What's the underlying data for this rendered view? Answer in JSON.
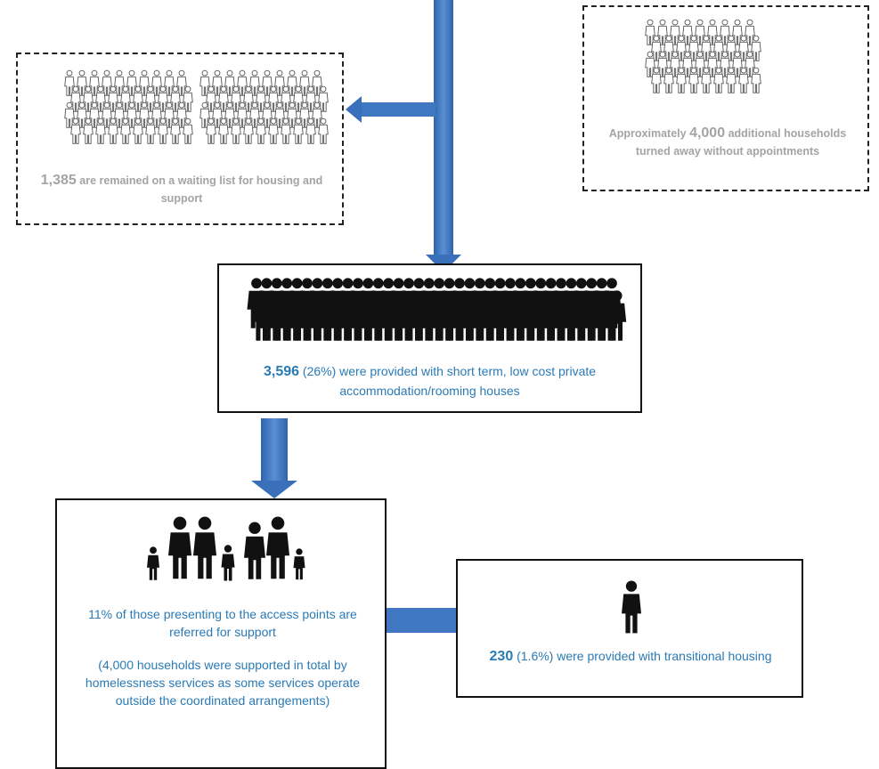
{
  "waiting": {
    "number": "1,385",
    "text": " are remained on a waiting list for housing and support"
  },
  "turned_away": {
    "prefix": "Approximately ",
    "number": "4,000",
    "text": " additional households turned away without appointments"
  },
  "accommodation": {
    "number": "3,596",
    "text": " (26%) were provided with short term, low cost private accommodation/rooming houses"
  },
  "referred": {
    "line1": "11% of those presenting to the access points are referred for support",
    "line2": "(4,000 households were supported in total by homelessness services as some services operate outside the coordinated arrangements)"
  },
  "transitional": {
    "number": "230",
    "text": " (1.6%) were provided with transitional housing"
  },
  "colors": {
    "accent_blue": "#2a7ab5",
    "arrow_blue": "#3f77c2",
    "muted_grey": "#a4a4a4"
  }
}
